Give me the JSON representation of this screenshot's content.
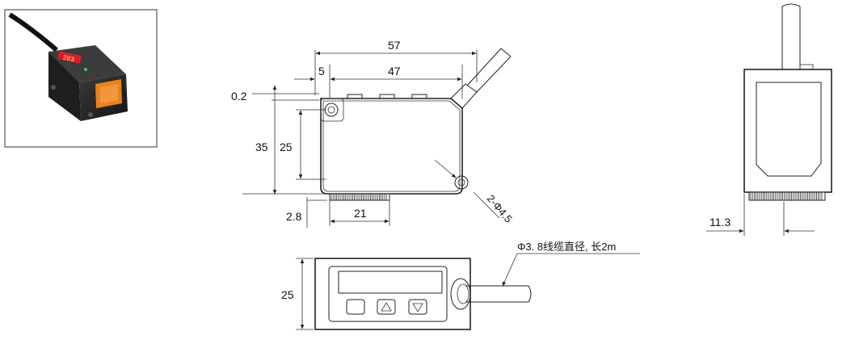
{
  "photo": {
    "caption": "",
    "display_digits": "283"
  },
  "front_view": {
    "dim_length_total": "57",
    "dim_offset_left": "5",
    "dim_length_inner": "47",
    "dim_gap_top": "0.2",
    "dim_height_total": "35",
    "dim_height_inner": "25",
    "dim_base_offset": "2.8",
    "dim_connector_width": "21",
    "dim_hole": "2-Φ4.5"
  },
  "top_view": {
    "dim_height": "25",
    "cable_note": "Φ3. 8线缆直径, 长2m"
  },
  "side_view": {
    "dim_offset": "11.3"
  },
  "colors": {
    "stroke": "#222222",
    "device_body": "#2a2a2a",
    "display_orange": "#e8821e",
    "display_red": "#d82020",
    "led_green": "#2fd94a"
  }
}
